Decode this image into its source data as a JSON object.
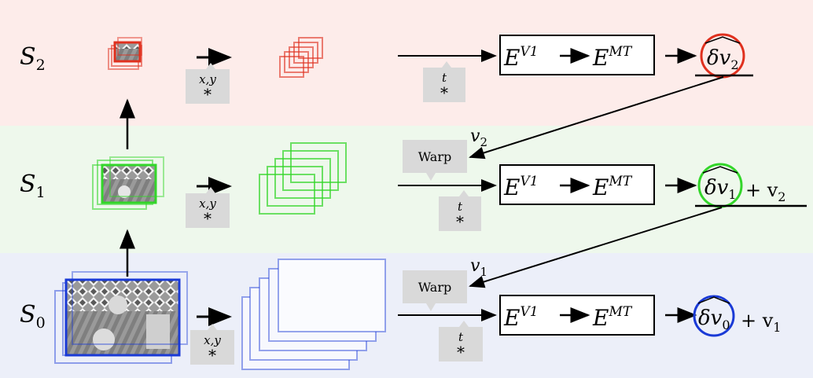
{
  "colors": {
    "band_s2": "#fdecea",
    "band_s1": "#eef8ec",
    "band_s0": "#eceff9",
    "red": "#e0301e",
    "green": "#33d62a",
    "blue": "#1a3ad6",
    "bubble": "#d9d9d9"
  },
  "scales": [
    {
      "id": "s2",
      "label_main": "S",
      "label_sub": "2",
      "accent": "red"
    },
    {
      "id": "s1",
      "label_main": "S",
      "label_sub": "1",
      "accent": "green"
    },
    {
      "id": "s0",
      "label_main": "S",
      "label_sub": "0",
      "accent": "blue"
    }
  ],
  "conv_xy": {
    "top": "x,y",
    "bottom": "*"
  },
  "conv_t": {
    "top": "t",
    "bottom": "*"
  },
  "warp_label": "Warp",
  "encoder": {
    "e1_base": "E",
    "e1_sup": "V1",
    "e2_base": "E",
    "e2_sup": "MT"
  },
  "outputs": {
    "s2": {
      "delta": "δv",
      "sub": "2",
      "plus": ""
    },
    "s1": {
      "delta": "δv",
      "sub": "1",
      "plus": "+ v",
      "plus_sub": "2"
    },
    "s0": {
      "delta": "δv",
      "sub": "0",
      "plus": "+ v",
      "plus_sub": "1"
    }
  },
  "upsample_labels": {
    "v2": {
      "base": "v",
      "sub": "2"
    },
    "v1": {
      "base": "v",
      "sub": "1"
    }
  }
}
